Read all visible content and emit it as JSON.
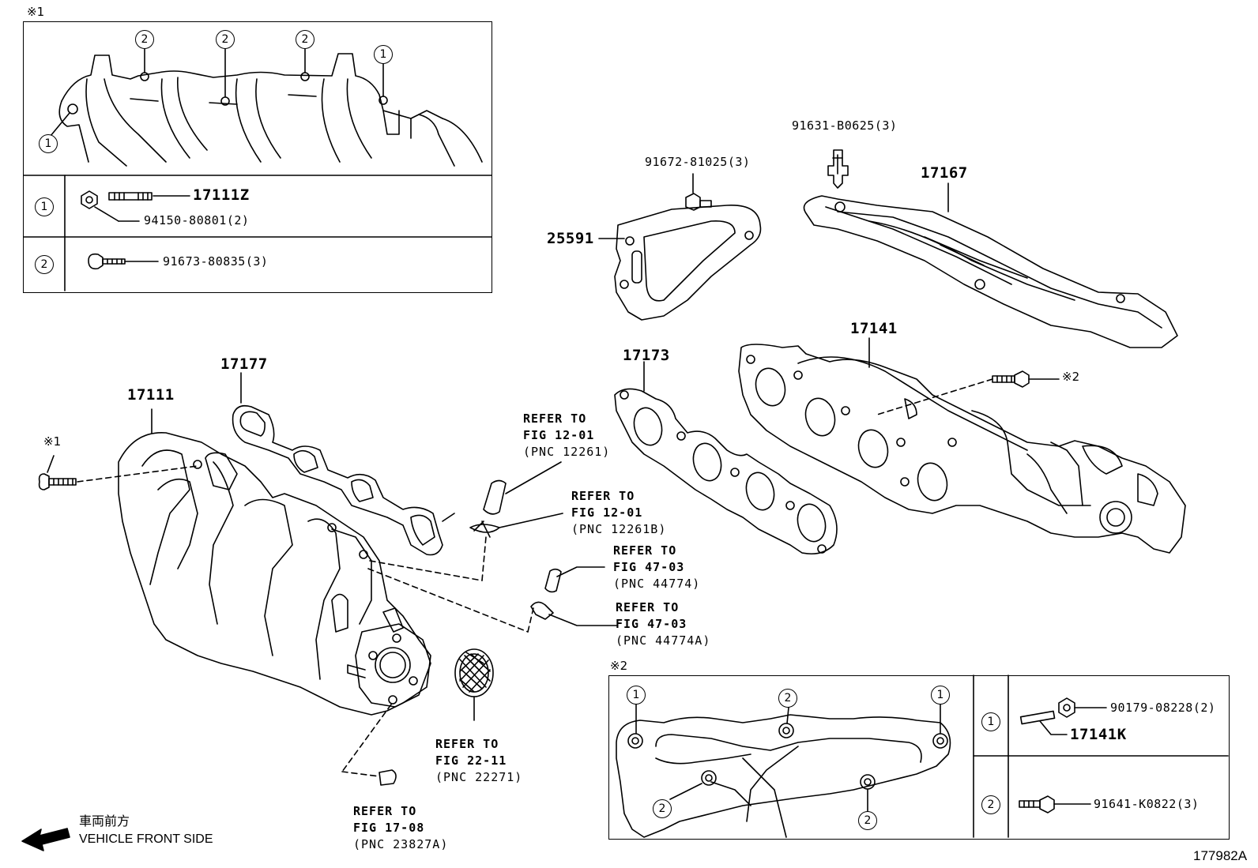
{
  "marks": {
    "note1": "※1",
    "note2": "※2"
  },
  "box1": {
    "callout": "2",
    "callout_alt": "1",
    "row1": {
      "num": "1",
      "stud": "17111Z",
      "nut": "94150-80801(2)"
    },
    "row2": {
      "num": "2",
      "bolt": "91673-80835(3)"
    }
  },
  "box2": {
    "callout1": "1",
    "callout2": "2",
    "row1": {
      "num": "1",
      "nut": "90179-08228(2)",
      "stud": "17141K"
    },
    "row2": {
      "num": "2",
      "bolt": "91641-K0822(3)"
    }
  },
  "parts": {
    "p17111": "17111",
    "p17177": "17177",
    "p25591": "25591",
    "p91672": "91672-81025(3)",
    "p91631": "91631-B0625(3)",
    "p17167": "17167",
    "p17141": "17141",
    "p17173": "17173",
    "note1_bolt": "※1",
    "note2_bolt": "※2"
  },
  "refs": [
    {
      "line1": "REFER TO",
      "line2": "FIG 12-01",
      "line3": "(PNC 12261)"
    },
    {
      "line1": "REFER TO",
      "line2": "FIG 12-01",
      "line3": "(PNC 12261B)"
    },
    {
      "line1": "REFER TO",
      "line2": "FIG 47-03",
      "line3": "(PNC 44774)"
    },
    {
      "line1": "REFER TO",
      "line2": "FIG 47-03",
      "line3": "(PNC 44774A)"
    },
    {
      "line1": "REFER TO",
      "line2": "FIG 22-11",
      "line3": "(PNC 22271)"
    },
    {
      "line1": "REFER TO",
      "line2": "FIG 17-08",
      "line3": "(PNC 23827A)"
    }
  ],
  "front": {
    "jp": "車両前方",
    "en": "VEHICLE FRONT SIDE"
  },
  "figure_id": "177982A"
}
